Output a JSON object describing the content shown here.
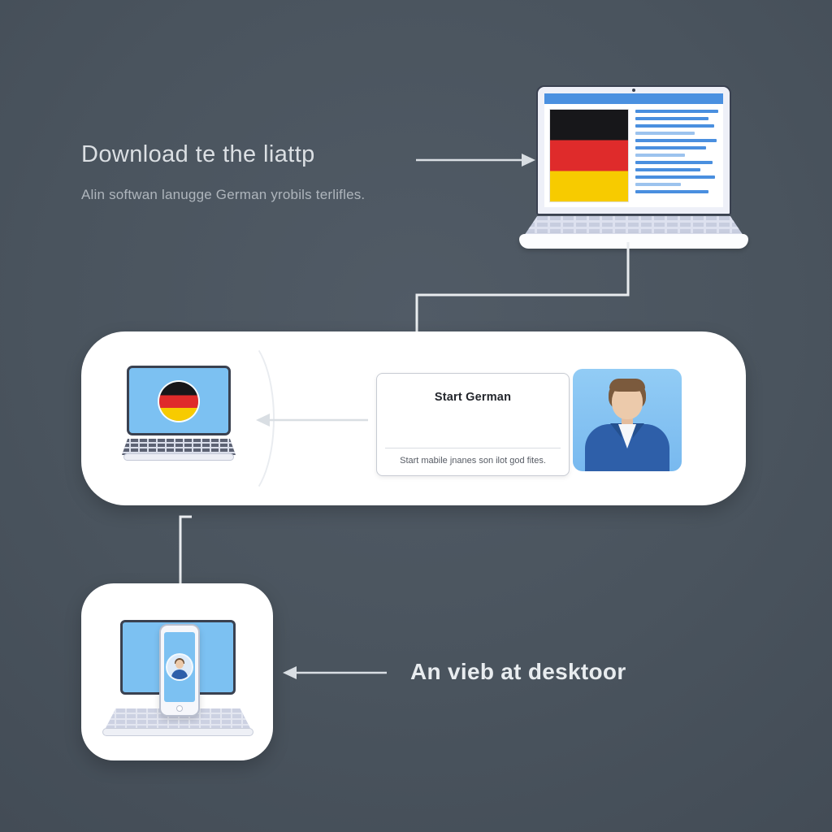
{
  "colors": {
    "background": "#4a545e",
    "card_white": "#ffffff",
    "screen_blue": "#7cc1f2",
    "flag_black": "#17171a",
    "flag_red": "#df2b2b",
    "flag_gold": "#f7cb00",
    "webpage_accent_blue": "#4a8fdf",
    "arrow_gray": "#d9dee3",
    "suit_blue": "#2e5fa9",
    "skin": "#eccaab",
    "hair_brown": "#7b5a3d",
    "laptop_body": "#c7cddf",
    "outline_dark": "#3a4150"
  },
  "step1": {
    "title": "Download te the liattp",
    "subtitle": "Alin softwan lanugge German yrobils terlifles."
  },
  "banner": {
    "card": {
      "title": "Start German",
      "subtitle": "Start mabile jnanes son ilot god fites."
    }
  },
  "step3": {
    "caption": "An vieb at desktoor"
  },
  "icons": {
    "arrow_right": "arrow-right-icon",
    "arrow_left": "arrow-left-icon",
    "laptop_browser": "laptop-german-webpage-icon",
    "laptop_flag_circle": "laptop-german-flag-circle-icon",
    "person_avatar": "person-avatar-icon",
    "desktop_with_phone": "desktop-with-phone-icon",
    "connector": "connector-line"
  }
}
